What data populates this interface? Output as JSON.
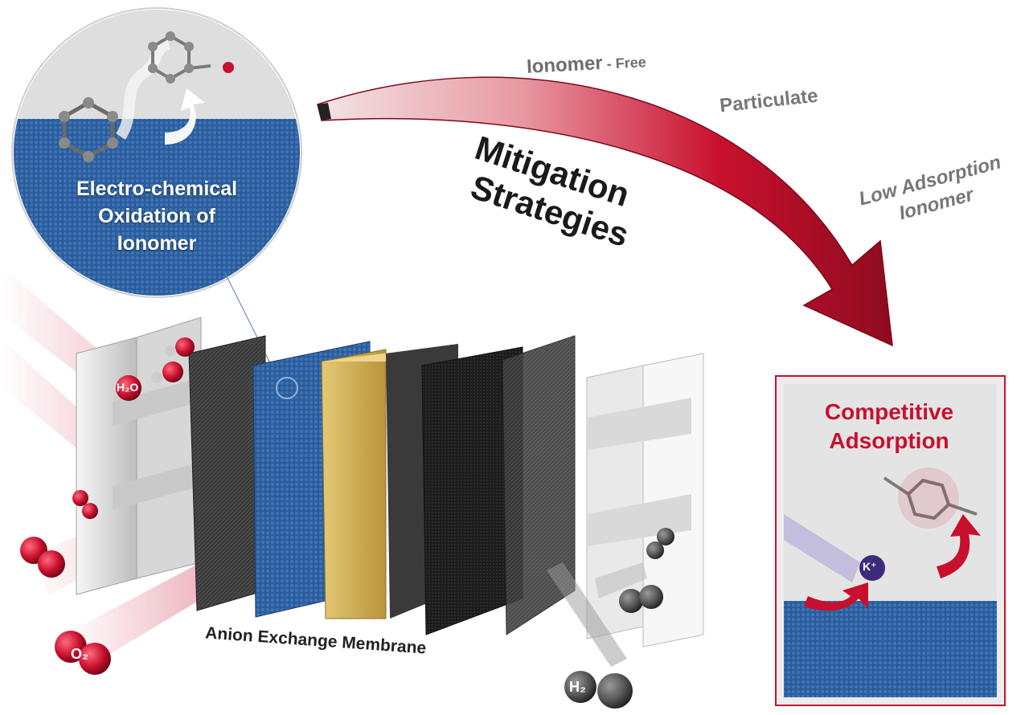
{
  "inset": {
    "title_lines": [
      "Electro-chemical",
      "Oxidation of",
      "Ionomer"
    ]
  },
  "mitigation": {
    "title_lines": [
      "Mitigation",
      "Strategies"
    ],
    "option_ionomer": "Ionomer",
    "option_free": " - Free",
    "option_particulate": "Particulate",
    "option_low_lines": [
      "Low Adsorption",
      "Ionomer"
    ]
  },
  "competitive": {
    "title_lines": [
      "Competitive",
      "Adsorption"
    ],
    "cation": "K⁺"
  },
  "cell": {
    "membrane_label": "Anion Exchange Membrane",
    "h2o": "H₂O",
    "o2": "O₂",
    "h2": "H₂"
  },
  "colors": {
    "accent_red": "#c8102e",
    "membrane_blue": "#2a5fa8",
    "catalyst_gold": "#c9a94a"
  }
}
